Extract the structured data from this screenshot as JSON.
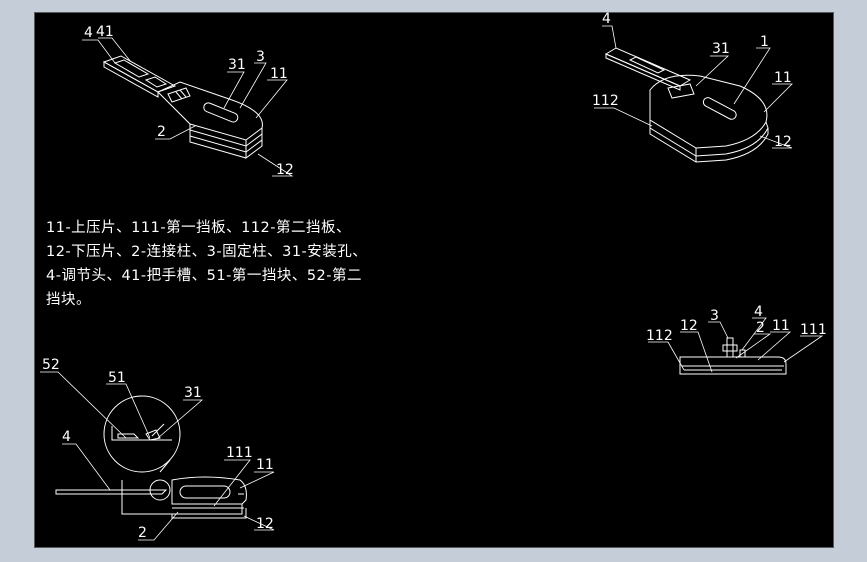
{
  "canvas": {
    "background": "#000000",
    "line_color": "#ffffff"
  },
  "legend": {
    "lines": [
      "11-上压片、111-第一挡板、112-第二挡板、",
      "12-下压片、2-连接柱、3-固定柱、31-安装孔、",
      "4-调节头、41-把手槽、51-第一挡块、52-第二",
      "挡块。"
    ]
  },
  "views": {
    "iso_left": {
      "labels": [
        "4",
        "41",
        "31",
        "3",
        "11",
        "2",
        "12"
      ]
    },
    "iso_right": {
      "labels": [
        "4",
        "31",
        "1",
        "11",
        "112",
        "12"
      ]
    },
    "front": {
      "labels": [
        "3",
        "4",
        "112",
        "12",
        "2",
        "11",
        "111"
      ]
    },
    "side": {
      "labels": [
        "52",
        "51",
        "31",
        "4",
        "111",
        "11",
        "2",
        "12"
      ]
    }
  }
}
